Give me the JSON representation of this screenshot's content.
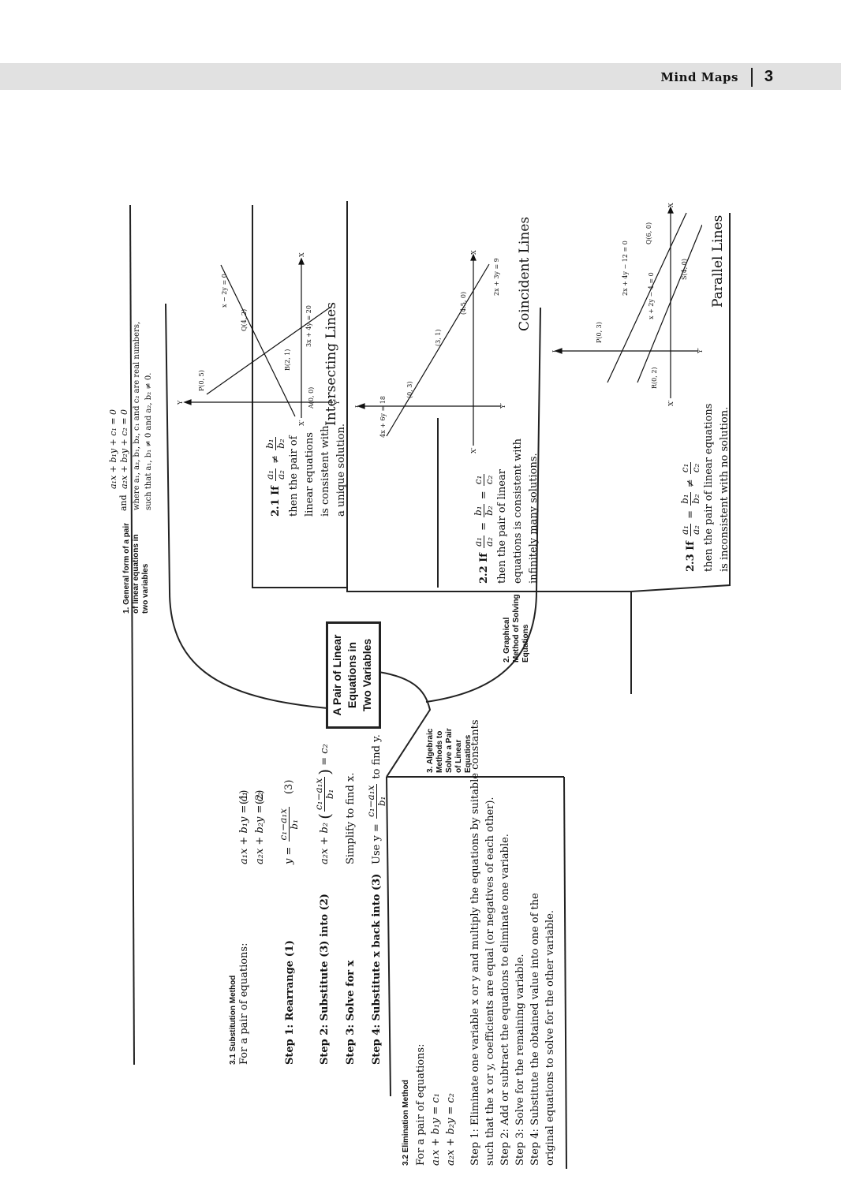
{
  "header": {
    "title": "Mind Maps",
    "page": "3"
  },
  "center": {
    "line1": "A Pair of Linear",
    "line2": "Equations in",
    "line3": "Two Variables"
  },
  "branch1": {
    "title1": "1. General form of a pair",
    "title2": "of linear equations in",
    "title3": "two variables",
    "eq1": "a₁x + b₁y + c₁ = 0",
    "and": "and",
    "eq2": "a₂x + b₂y + c₂ = 0",
    "where": "where a₁, a₂, b₁, b₂, c₁ and c₂ are real numbers,",
    "such": "such that a₁, b₁ ≠ 0 and a₂, b₂ ≠ 0."
  },
  "branch2": {
    "title1": "2. Graphical",
    "title2": "Method of Solving",
    "title3": "Equations",
    "c21": {
      "label": "2.1 If",
      "n1": "a₁",
      "d1": "a₂",
      "op": "≠",
      "n2": "b₁",
      "d2": "b₂",
      "l1": "then the pair of",
      "l2": "linear equations",
      "l3": "is consistent with",
      "l4": "a unique solution."
    },
    "c22": {
      "label": "2.2 If",
      "n1": "a₁",
      "d1": "a₂",
      "op1": "=",
      "n2": "b₁",
      "d2": "b₂",
      "op2": "=",
      "n3": "c₁",
      "d3": "c₂",
      "l1": "then the pair of linear",
      "l2": "equations is consistent with",
      "l3": "infinitely many solutions."
    },
    "c23": {
      "label": "2.3 If",
      "n1": "a₁",
      "d1": "a₂",
      "op1": "=",
      "n2": "b₁",
      "d2": "b₂",
      "op2": "≠",
      "n3": "c₁",
      "d3": "c₂",
      "l1": "then the pair of linear equations",
      "l2": "is inconsistent with no solution."
    },
    "graph1": {
      "caption": "Intersecting Lines",
      "eq1": "x − 2y = 0",
      "eq2": "3x + 4y = 20",
      "P": "P(0, 5)",
      "Q": "Q(4, 2)",
      "A": "A(0, 0)",
      "B": "B(2, 1)",
      "xaxis": "X",
      "yaxis": "Y",
      "xneg": "X′",
      "yneg": "Y′"
    },
    "graph2": {
      "caption": "Coincident Lines",
      "eq1": "4x + 6y = 18",
      "eq2": "2x + 3y = 9",
      "p1": "(0, 3)",
      "p2": "(3, 1)",
      "p3": "(4.5, 0)",
      "xaxis": "X",
      "yaxis": "Y",
      "xneg": "X′",
      "yneg": "Y′"
    },
    "graph3": {
      "caption": "Parallel Lines",
      "eq1": "2x + 4y − 12 = 0",
      "eq2": "x + 2y − 4 = 0",
      "P": "P(0, 3)",
      "Q": "Q(6, 0)",
      "R": "R(0, 2)",
      "S": "S(4, 0)",
      "xaxis": "X",
      "yaxis": "Y",
      "xneg": "X′",
      "yneg": "Y′"
    }
  },
  "branch3": {
    "title1": "3. Algebraic",
    "title2": "Methods to",
    "title3": "Solve a Pair",
    "title4": "of Linear",
    "title5": "Equations",
    "sub": {
      "title": "3.1 Substitution Method",
      "intro": "For a pair of equations:",
      "eq1": "a₁x + b₁y = c₁",
      "tag1": "(1)",
      "eq2": "a₂x + b₂y = c₂",
      "tag2": "(2)",
      "s1": "Step 1: Rearrange (1)",
      "s1eq_lhs": "y =",
      "s1eq_n": "c₁−a₁x",
      "s1eq_d": "b₁",
      "tag3": "(3)",
      "s2": "Step 2: Substitute (3) into (2)",
      "s2eq": "a₂x + b₂",
      "s2n": "c₁−a₁x",
      "s2d": "b₁",
      "s2r": "= c₂",
      "s3": "Step 3: Solve for x",
      "s3r": "Simplify to find x.",
      "s4": "Step 4: Substitute x back into (3)",
      "s4r1": "Use y =",
      "s4n": "c₁−a₁x",
      "s4d": "b₁",
      "s4r2": "to find y."
    },
    "elim": {
      "title": "3.2 Elimination Method",
      "intro": "For a pair of equations:",
      "eq1": "a₁x + b₁y = c₁",
      "eq2": "a₂x + b₂y = c₂",
      "s1a": "Step 1: Eliminate one variable x or y and multiply the equations by suitable constants",
      "s1b": "such that the x or y, coefficients are equal (or negatives of each other).",
      "s2": "Step 2: Add or subtract the equations to eliminate one variable.",
      "s3": "Step 3: Solve for the remaining variable.",
      "s4a": "Step 4: Substitute the obtained value into one of the",
      "s4b": "original equations to solve for the other variable."
    }
  }
}
